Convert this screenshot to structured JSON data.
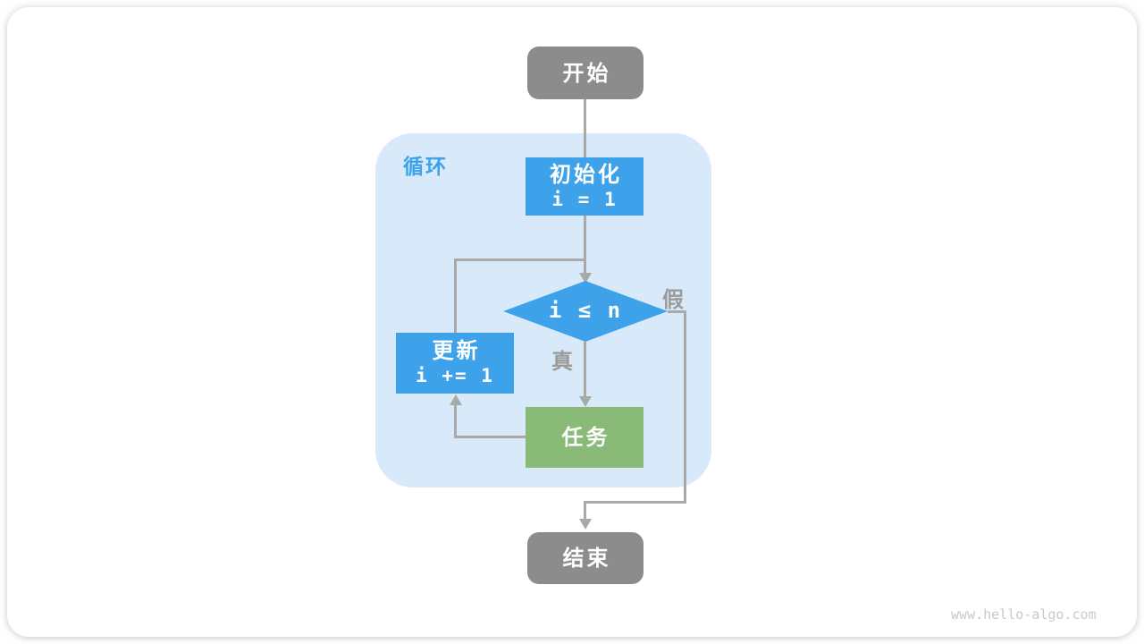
{
  "watermark": "www.hello-algo.com",
  "colors": {
    "node_blue": "#3da2e9",
    "loop_region_bg": "#d8eafa",
    "task_green": "#8aba78",
    "terminal_gray": "#8c8c8c",
    "connector_gray": "#a9a9a9",
    "branch_label_gray": "#9b9b9b",
    "watermark_gray": "#c9c9c9",
    "card_bg": "#ffffff"
  },
  "diagram": {
    "loop_label": "循环",
    "true_label": "真",
    "false_label": "假",
    "nodes": {
      "start": {
        "label": "开始"
      },
      "init": {
        "title": "初始化",
        "code": "i = 1"
      },
      "condition": {
        "code": "i ≤ n"
      },
      "update": {
        "title": "更新",
        "code": "i += 1"
      },
      "task": {
        "label": "任务"
      },
      "end": {
        "label": "结束"
      }
    }
  }
}
